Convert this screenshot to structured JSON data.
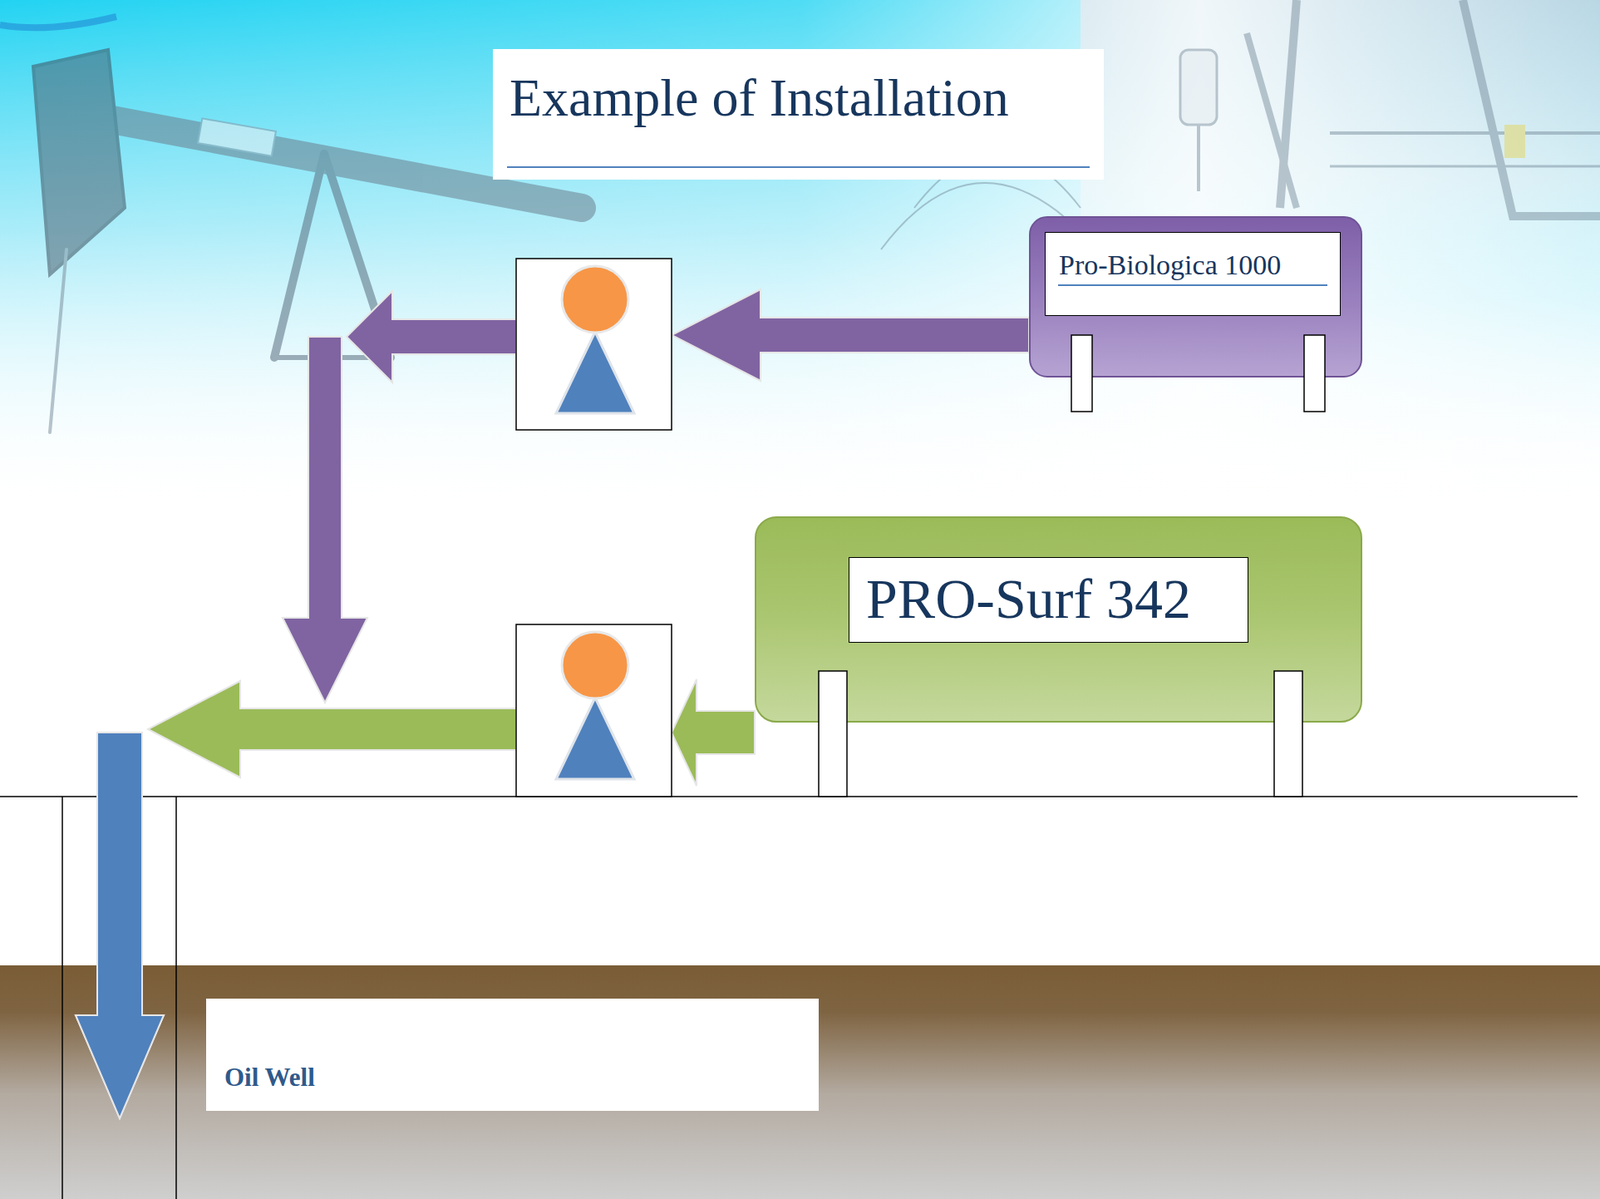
{
  "diagram": {
    "title": "Example of Installation",
    "nodes": [
      {
        "text": [
          "Pro-Biologica 1000"
        ]
      },
      {
        "text": [
          "PRO-Surf 342"
        ]
      },
      {
        "text": [
          "Oil Well"
        ]
      }
    ],
    "edges": [
      {
        "from": 0,
        "to": 2,
        "arrow": "to"
      },
      {
        "from": 1,
        "to": 2,
        "arrow": "to"
      }
    ]
  }
}
